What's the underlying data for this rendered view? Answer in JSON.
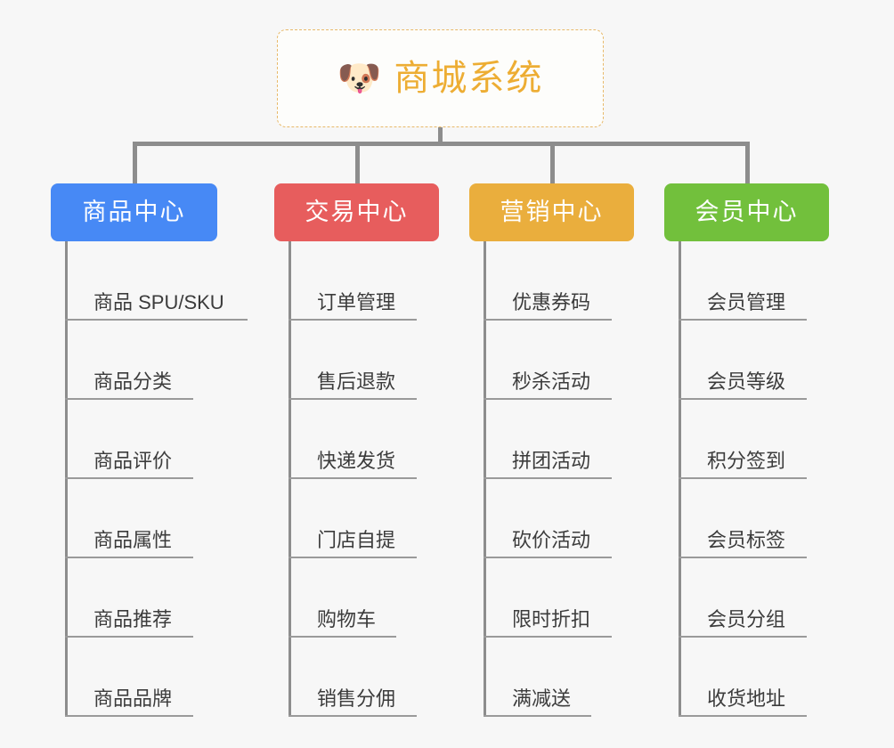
{
  "diagram": {
    "type": "mind-map",
    "background_color": "#f7f7f7",
    "root": {
      "icon": "dog-face-icon",
      "icon_glyph": "🐶",
      "title": "商城系统",
      "text_color": "#edad33",
      "border_color": "#e8b96a",
      "background_color": "#fdfdfb"
    },
    "connector_color": "#8d8d8d",
    "branches": [
      {
        "label": "商品中心",
        "color": "#4789f5",
        "items": [
          "商品 SPU/SKU",
          "商品分类",
          "商品评价",
          "商品属性",
          "商品推荐",
          "商品品牌"
        ]
      },
      {
        "label": "交易中心",
        "color": "#e75d5d",
        "items": [
          "订单管理",
          "售后退款",
          "快递发货",
          "门店自提",
          "购物车",
          "销售分佣"
        ]
      },
      {
        "label": "营销中心",
        "color": "#eaae3d",
        "items": [
          "优惠券码",
          "秒杀活动",
          "拼团活动",
          "砍价活动",
          "限时折扣",
          "满减送"
        ]
      },
      {
        "label": "会员中心",
        "color": "#72c03c",
        "items": [
          "会员管理",
          "会员等级",
          "积分签到",
          "会员标签",
          "会员分组",
          "收货地址"
        ]
      }
    ]
  }
}
